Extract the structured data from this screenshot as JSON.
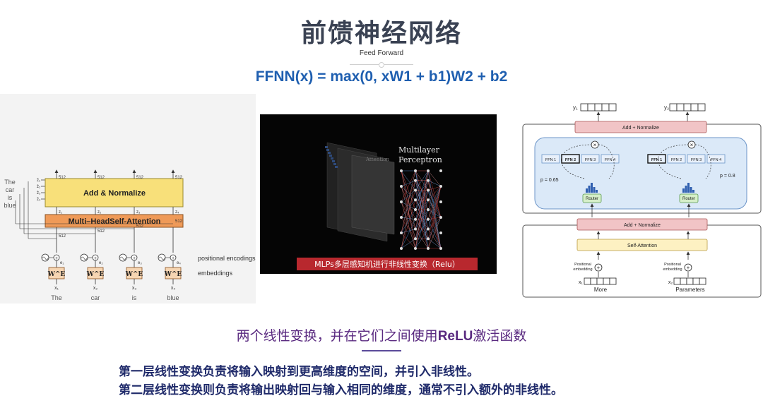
{
  "slide": {
    "title": "前馈神经网络",
    "subtitle": "Feed Forward",
    "formula": "FFNN(x) = max(0, xW1 + b1)W2 + b2",
    "caption_prefix": "两个线性变换，并在它们之间使用",
    "caption_bold": "ReLU",
    "caption_suffix": "激活函数",
    "body_lines": [
      "第一层线性变换负责将输入映射到更高维度的空间，并引入非线性。",
      "第二层线性变换则负责将输出映射回与输入相同的维度，通常不引入额外的非线性。"
    ]
  },
  "left_figure": {
    "add_norm": "Add & Normalize",
    "attention": "Multi–HeadSelf-Attention",
    "words": [
      "The",
      "car",
      "is",
      "blue"
    ],
    "side_words": [
      "The",
      "car",
      "is",
      "blue"
    ],
    "dim": "512",
    "z_labels": [
      "z₁",
      "z₂",
      "z₃",
      "z₄"
    ],
    "e_labels": [
      "e₁",
      "e₂",
      "e₃",
      "e₄"
    ],
    "x_labels": [
      "x₁",
      "x₂",
      "x₃",
      "x₄"
    ],
    "zhat_labels": [
      "ẑ₁",
      "ẑ₂",
      "ẑ₃",
      "ẑ₄"
    ],
    "embed_label": "W^E",
    "positional": "positional encodings",
    "embeddings": "embeddings",
    "colors": {
      "add_norm": "#f8e07a",
      "attention": "#ef9a58"
    }
  },
  "mid_figure": {
    "label_line1": "Multilayer",
    "label_line2": "Perceptron",
    "attention_text": "Attention",
    "banner": "MLPs多层感知机进行非线性变换（Relu）",
    "banner_color": "#b8282e"
  },
  "right_figure": {
    "y1": "y₁",
    "y2": "y₂",
    "add_norm": "Add + Normalize",
    "self_attention": "Self-Attention",
    "ffn_left": [
      "FFN 1",
      "FFN 2",
      "FFN 3",
      "FFN 4"
    ],
    "ffn_right": [
      "FFN 1",
      "FFN 2",
      "FFN 3",
      "FFN 4"
    ],
    "router": "Router",
    "p_left": "p = 0.65",
    "p_right": "p = 0.8",
    "positional": "Positional embedding",
    "x1": "x₁",
    "x2": "x₂",
    "word1": "More",
    "word2": "Parameters"
  }
}
